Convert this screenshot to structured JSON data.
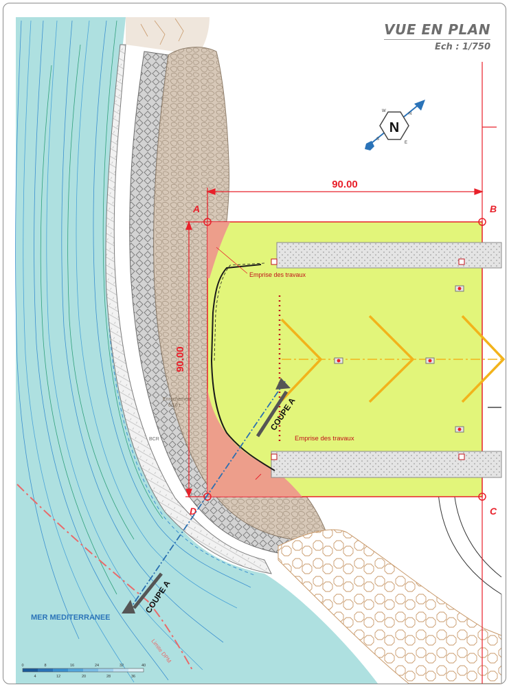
{
  "title": {
    "main": "VUE EN PLAN",
    "scale": "Ech : 1/750"
  },
  "dimensions": {
    "horizontal": "90.00",
    "vertical": "90.00"
  },
  "corners": {
    "a": "A",
    "b": "B",
    "c": "C",
    "d": "D"
  },
  "section": {
    "label_top": "COUPE A",
    "label_bottom": "COUPE A"
  },
  "annotations": {
    "emprise_top": "Emprise des travaux",
    "emprise_bottom": "Emprise des travaux",
    "sea": "MER MEDITERRANEE",
    "dpm": "Limite DPM",
    "enrochement_line1": "Enrochement",
    "enrochement_line2": "6/10 t",
    "bcr": "BCR"
  },
  "scale_bar": {
    "top_ticks": [
      "0",
      "8",
      "16",
      "24",
      "32",
      "40"
    ],
    "bottom_ticks": [
      "4",
      "12",
      "20",
      "28",
      "36"
    ]
  },
  "compass": {
    "north": "N",
    "letters": [
      "N",
      "E",
      "S",
      "W"
    ]
  },
  "colors": {
    "sea": "#aee0e0",
    "rock": "#d7c8b8",
    "grey_band": "#cfcfcf",
    "platform": "#e2f57a",
    "red": "#e8202a",
    "chevron": "#f2b31b",
    "section_arrow": "#555555",
    "section_line": "#2a6fb0",
    "compass_blue": "#2a73b8"
  }
}
